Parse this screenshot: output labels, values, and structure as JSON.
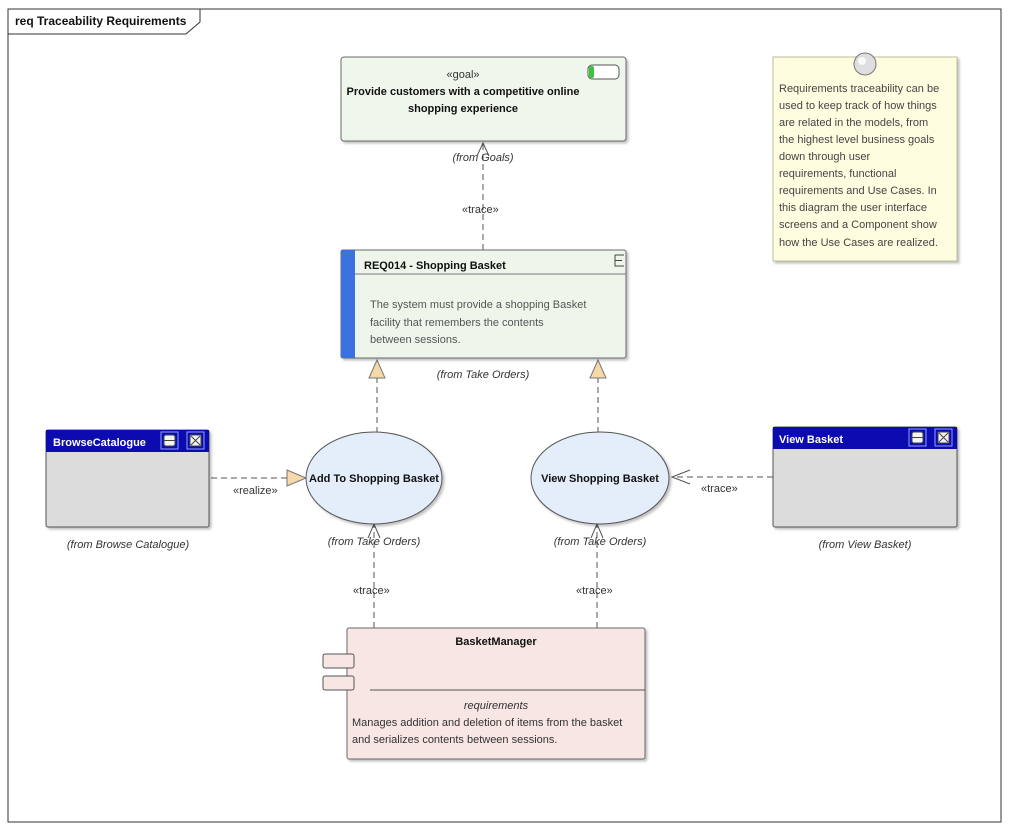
{
  "frame": {
    "title": "req Traceability Requirements"
  },
  "goal": {
    "stereotype": "«goal»",
    "line1": "Provide customers with a competitive online",
    "line2": "shopping experience",
    "from": "(from Goals)"
  },
  "requirement": {
    "title": "REQ014 - Shopping Basket",
    "desc_line1": "The system must provide a shopping Basket",
    "desc_line2": "facility that remembers the contents",
    "desc_line3": "between sessions.",
    "from": "(from Take Orders)"
  },
  "note": {
    "lines": [
      "Requirements traceability can be",
      "used to keep track of how things",
      "are related in the models, from",
      "the highest level business goals",
      "down through user",
      "requirements, functional",
      "requirements and Use Cases.  In",
      "this diagram the user interface",
      "screens and a Component show",
      "how the Use Cases are realized."
    ]
  },
  "use_cases": {
    "add": {
      "label": "Add To Shopping Basket",
      "from": "(from Take Orders)"
    },
    "view": {
      "label": "View Shopping Basket",
      "from": "(from Take Orders)"
    }
  },
  "screens": {
    "browse": {
      "title": "BrowseCatalogue",
      "from": "(from Browse Catalogue)"
    },
    "view": {
      "title": "View Basket",
      "from": "(from View Basket)"
    }
  },
  "component": {
    "title": "BasketManager",
    "section": "requirements",
    "desc_line1": "Manages addition and deletion of items from the basket",
    "desc_line2": "and serializes contents between sessions."
  },
  "connectors": {
    "trace_goal": "«trace»",
    "realize": "«realize»",
    "trace_view": "«trace»",
    "trace_comp_add": "«trace»",
    "trace_comp_view": "«trace»"
  },
  "colors": {
    "goal_fill": "#eff7ec",
    "req_fill": "#eef6ec",
    "req_bar": "#3a72e0",
    "note_fill": "#fffde0",
    "usecase_fill": "#e4eefb",
    "screen_header": "#0b0bb0",
    "screen_body": "#dcdcdc",
    "component_fill": "#f7e6e4",
    "toggle_green": "#3cc43c"
  }
}
